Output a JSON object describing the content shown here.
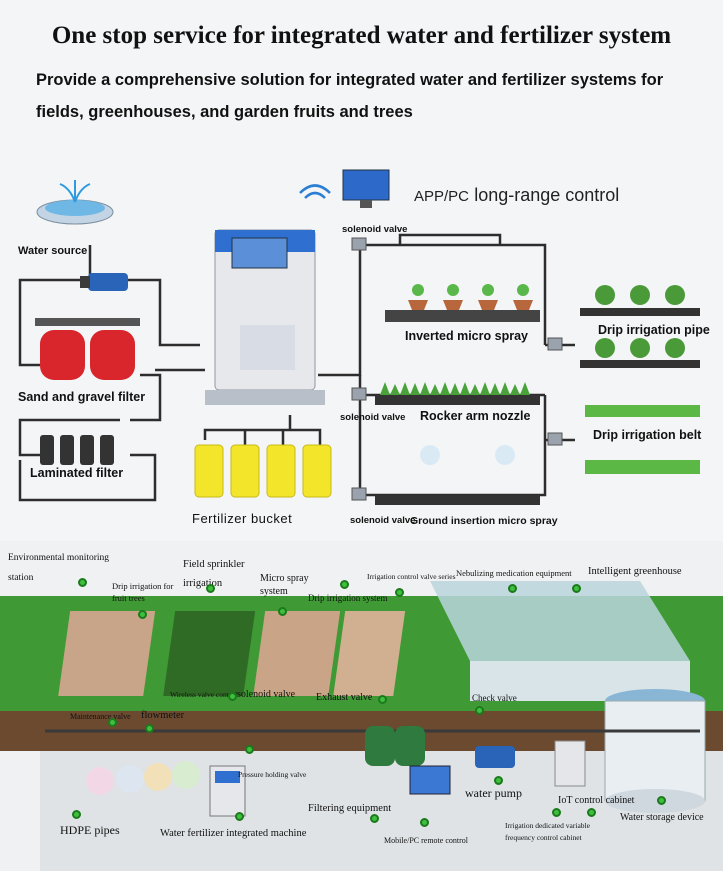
{
  "header": {
    "title": "One stop service for integrated water and fertilizer system",
    "subtitle": "Provide a comprehensive solution for integrated water and fertilizer systems for fields, greenhouses, and garden fruits and trees"
  },
  "top_diagram": {
    "app_prefix": "APP/PC",
    "app_suffix": "long-range control",
    "water_source": "Water source",
    "sand_filter": "Sand and gravel filter",
    "laminated_filter": "Laminated filter",
    "fertilizer_bucket": "Fertilizer bucket",
    "solenoid_valve_top": "solenoid valve",
    "solenoid_valve_mid": "solenoid valve",
    "solenoid_valve_bottom": "solenoid valve",
    "inverted_micro_spray": "Inverted micro spray",
    "rocker_arm_nozzle": "Rocker arm nozzle",
    "ground_insertion": "Ground insertion micro spray",
    "drip_pipe": "Drip irrigation pipe",
    "drip_belt": "Drip irrigation belt"
  },
  "bottom_diagram": {
    "env_station_1": "Environmental monitoring",
    "env_station_2": "station",
    "drip_fruit_1": "Drip irrigation for",
    "drip_fruit_2": "fruit trees",
    "field_sprinkler_1": "Field sprinkler",
    "field_sprinkler_2": "irrigation",
    "micro_spray_1": "Micro spray",
    "micro_spray_2": "system",
    "drip_system": "Drip irrigation system",
    "control_valve_series": "Irrigation control valve series",
    "nebulizing": "Nebulizing medication equipment",
    "intelligent_greenhouse": "Intelligent greenhouse",
    "wireless_valve": "Wireless valve control",
    "solenoid_valve": "solenoid valve",
    "exhaust_valve": "Exhaust valve",
    "check_valve": "Check valve",
    "maintenance_valve": "Maintenance valve",
    "flowmeter": "flowmeter",
    "pressure_valve": "Pressure holding valve",
    "filtering": "Filtering equipment",
    "water_pump": "water pump",
    "iot_cabinet": "IoT control cabinet",
    "storage": "Water storage device",
    "hdpe": "HDPE pipes",
    "machine": "Water fertilizer integrated machine",
    "mobile_pc": "Mobile/PC remote control",
    "vfd_1": "Irrigation dedicated variable",
    "vfd_2": "frequency control cabinet"
  },
  "colors": {
    "pipe": "#2d2d2d",
    "filter_red": "#d8262c",
    "bucket_yellow": "#f3e62a",
    "machine_blue": "#2f6fd0",
    "soil": "#8a5a3c",
    "grass": "#3f8f2a",
    "pin_green": "#3fbf3f"
  }
}
